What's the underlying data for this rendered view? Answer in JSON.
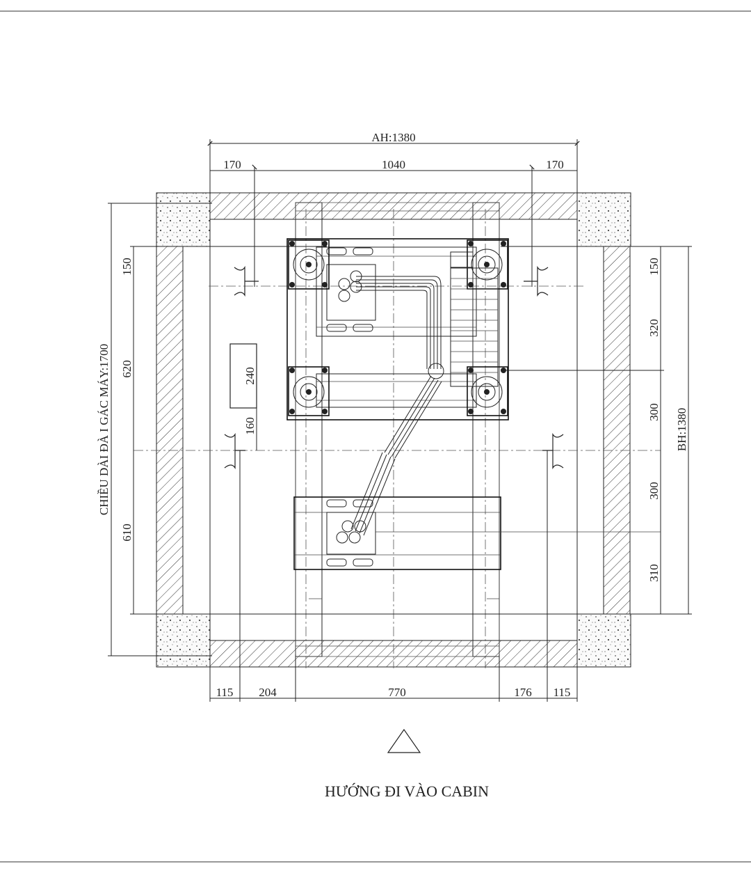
{
  "dimensions": {
    "top_total": "AH:1380",
    "top_left": "170",
    "top_mid": "1040",
    "top_right": "170",
    "bottom_1": "115",
    "bottom_2": "204",
    "bottom_3": "770",
    "bottom_4": "176",
    "bottom_5": "115",
    "left_total": "CHIỀU DÀI ĐÀ I GÁC MÁY:1700",
    "left_1": "150",
    "left_2": "620",
    "left_3": "610",
    "inner_1": "240",
    "inner_2": "160",
    "right_1": "150",
    "right_2": "320",
    "right_3": "300",
    "right_4": "300",
    "right_5": "310",
    "right_total": "BH:1380"
  },
  "direction_label": "HƯỚNG ĐI VÀO CABIN",
  "icons": {
    "entry_arrow": "triangle-arrow-icon"
  }
}
